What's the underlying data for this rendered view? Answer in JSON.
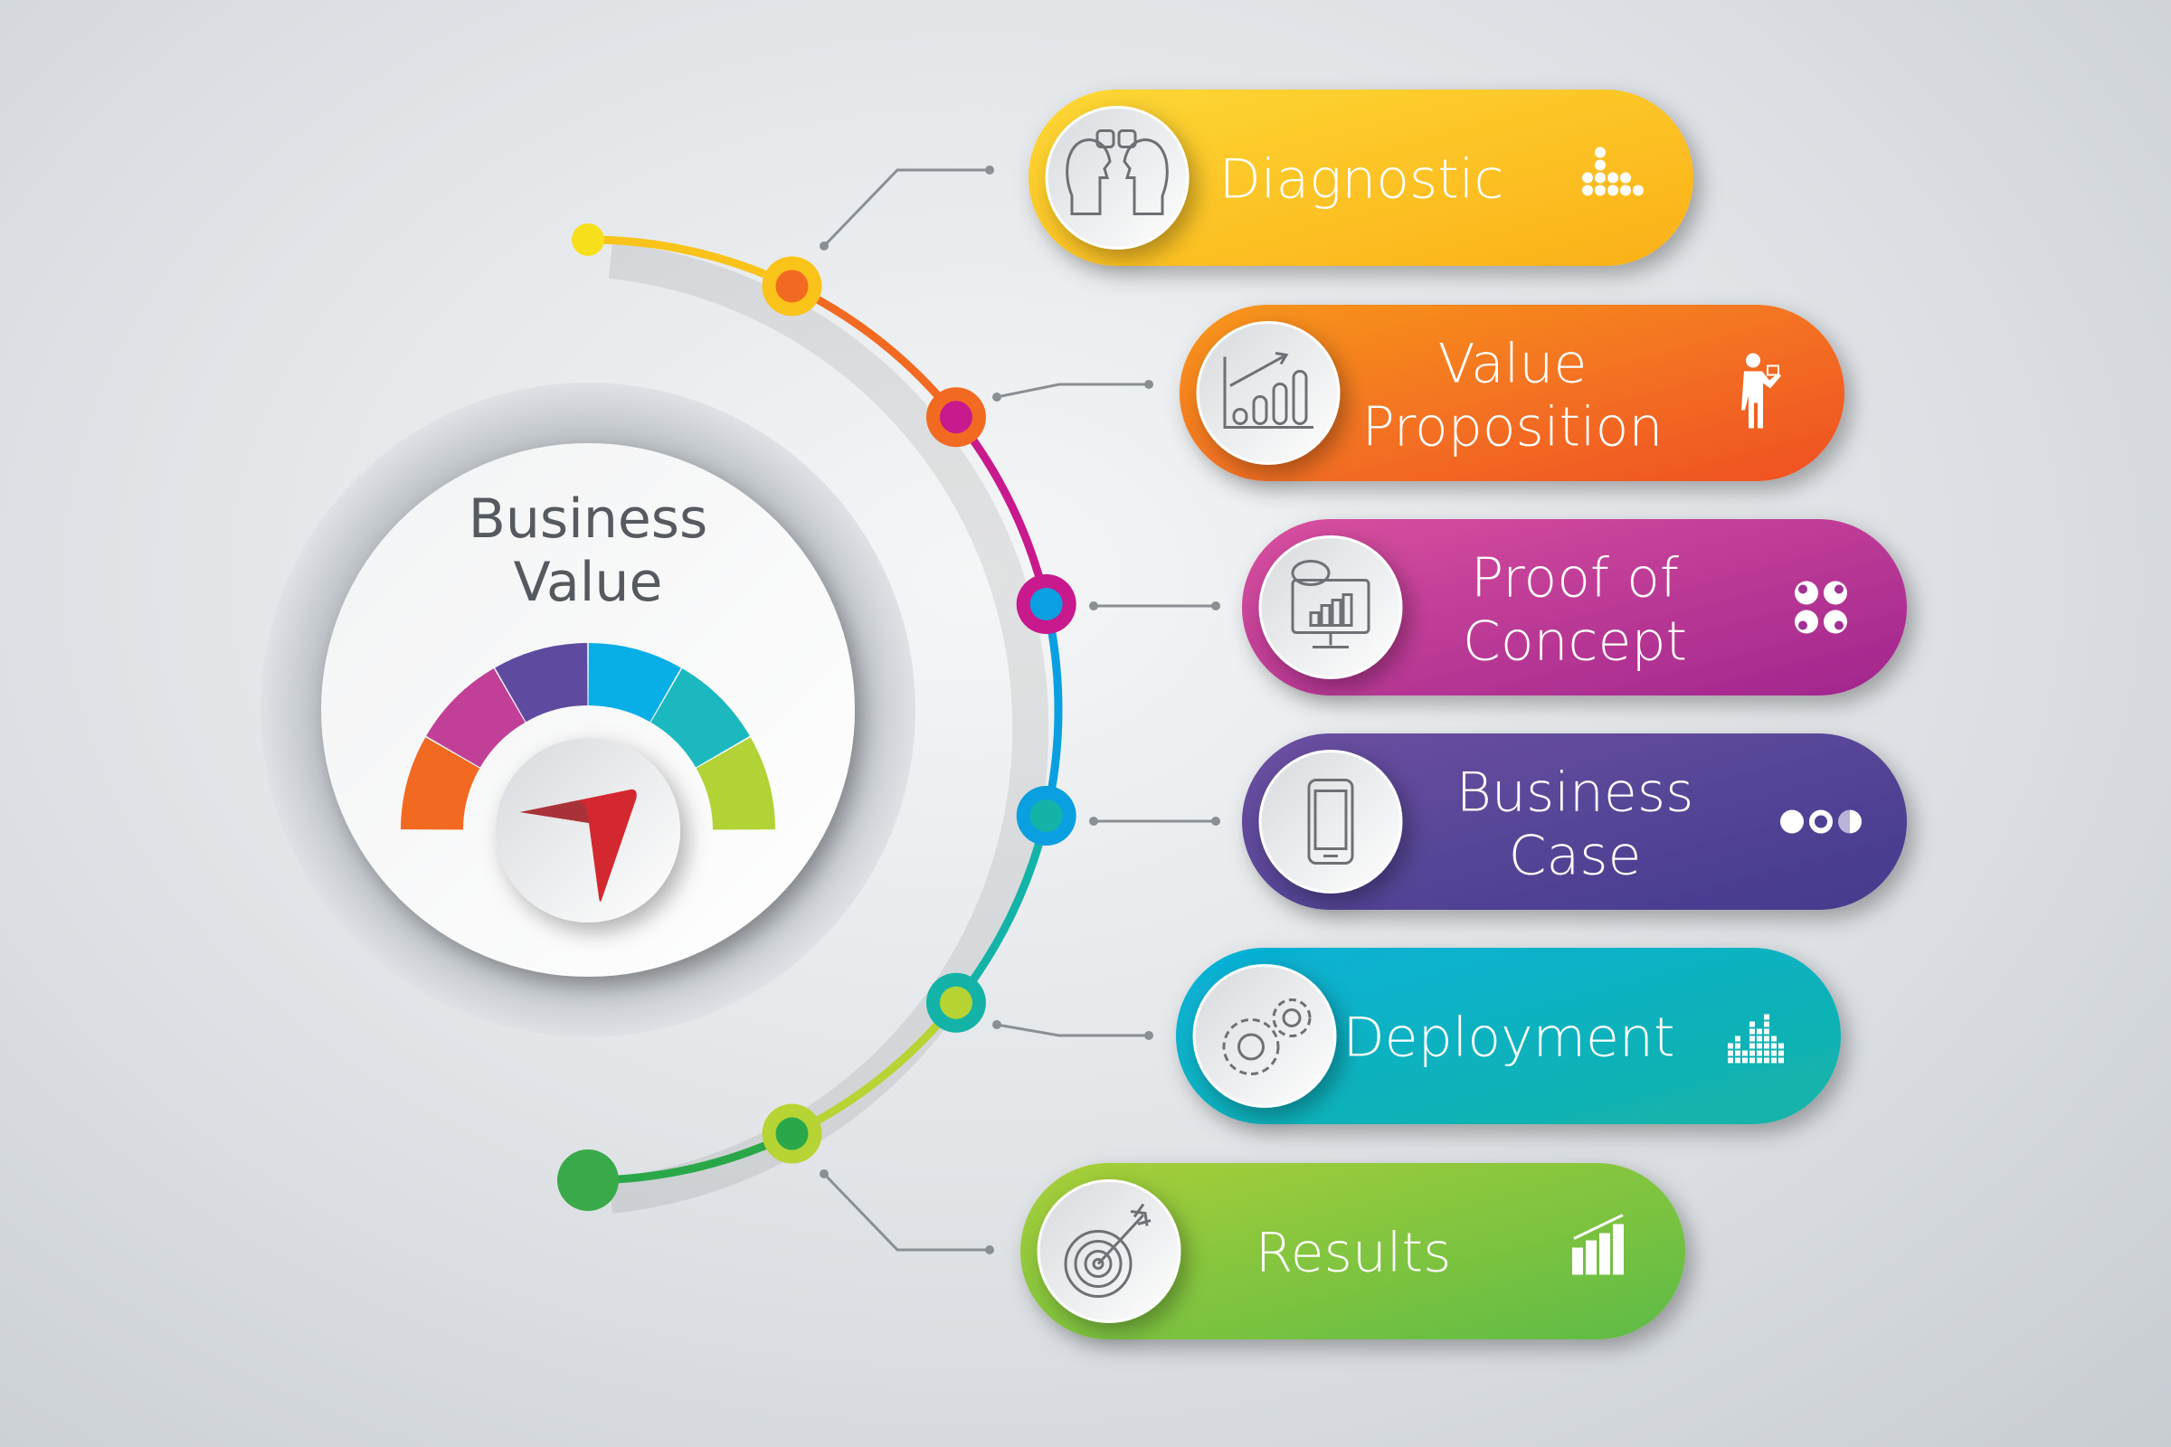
{
  "center": {
    "title_line1": "Business",
    "title_line2": "Value",
    "gauge_colors": [
      "#f26a21",
      "#c13f97",
      "#5e4a9e",
      "#08aee6",
      "#1bb8c0",
      "#b2d235"
    ],
    "needle_color": "#d3282f"
  },
  "steps": [
    {
      "label": [
        "Diagnostic"
      ],
      "icon": "heads-plug-icon",
      "side_icon": "dot-network-icon",
      "color_from": "#fdd835",
      "color_to": "#fbb017",
      "arc_color": "#f9c31a"
    },
    {
      "label": [
        "Value",
        "Proposition"
      ],
      "icon": "growth-chart-icon",
      "side_icon": "presenter-icon",
      "color_from": "#f8971d",
      "color_to": "#ef4f24",
      "arc_color": "#f26a21"
    },
    {
      "label": [
        "Proof of",
        "Concept"
      ],
      "icon": "monitor-chart-icon",
      "side_icon": "quad-circles-icon",
      "color_from": "#d9509f",
      "color_to": "#a0258d",
      "arc_color": "#c8198d"
    },
    {
      "label": [
        "Business",
        "Case"
      ],
      "icon": "smartphone-icon",
      "side_icon": "three-dots-icon",
      "color_from": "#6b50a1",
      "color_to": "#433a8d",
      "arc_color": "#0a9fe0"
    },
    {
      "label": [
        "Deployment"
      ],
      "icon": "gears-icon",
      "side_icon": "equalizer-icon",
      "color_from": "#05b1d8",
      "color_to": "#15b3a6",
      "arc_color": "#14b3a8"
    },
    {
      "label": [
        "Results"
      ],
      "icon": "target-arrow-icon",
      "side_icon": "bar-growth-icon",
      "color_from": "#a8cf38",
      "color_to": "#5dbb46",
      "arc_color": "#b6d433"
    }
  ],
  "arc_end_color": "#2aa849"
}
